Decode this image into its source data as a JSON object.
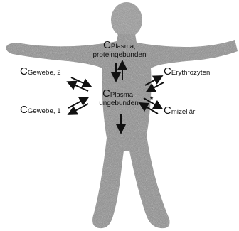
{
  "figure": {
    "labels": {
      "plasma_bound": {
        "symbol": "C",
        "subscript": "Plasma,",
        "line2": "proteingebunden"
      },
      "plasma_unbound": {
        "symbol": "C",
        "subscript": "Plasma,",
        "line2": "ungebunden"
      },
      "tissue_2": {
        "symbol": "C",
        "subscript": "Gewebe, 2"
      },
      "tissue_1": {
        "symbol": "C",
        "subscript": "Gewebe, 1"
      },
      "erythrocytes": {
        "symbol": "C",
        "subscript": "Erythrozyten"
      },
      "micellar": {
        "symbol": "C",
        "subscript": "mizellär"
      },
      "asterisk": "*"
    },
    "colors": {
      "silhouette": "#8a8a8a",
      "arrows": "#111111",
      "text": "#111111"
    },
    "icons": {
      "body": "human-silhouette-icon",
      "arrows": "double-arrow-icon"
    }
  }
}
